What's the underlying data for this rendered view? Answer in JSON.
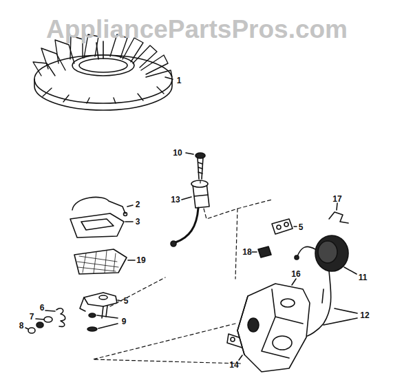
{
  "diagram": {
    "labels": [
      "AppliancePartsPros.com",
      "1",
      "10",
      "13",
      "17",
      "2",
      "3",
      "5",
      "18",
      "19",
      "11",
      "16",
      "5",
      "6",
      "12",
      "7",
      "9",
      "8",
      "14"
    ]
  }
}
